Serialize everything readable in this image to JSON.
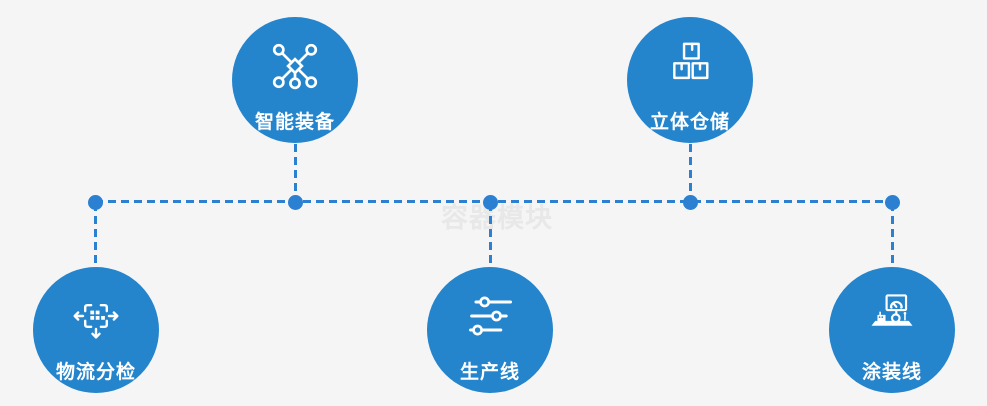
{
  "diagram": {
    "watermark": "容器模块",
    "nodes": [
      {
        "label": "智能装备",
        "icon": "network-nodes-icon"
      },
      {
        "label": "立体仓储",
        "icon": "stacked-boxes-icon"
      },
      {
        "label": "物流分检",
        "icon": "sort-move-arrows-icon"
      },
      {
        "label": "生产线",
        "icon": "sliders-icon"
      },
      {
        "label": "涂装线",
        "icon": "paint-station-icon"
      }
    ]
  },
  "colors": {
    "background": "#f5f5f6",
    "node_blue": "#2484cc",
    "line_blue": "#2b80d2",
    "label_white": "#ffffff",
    "watermark_gray": "#e8e8e8"
  }
}
